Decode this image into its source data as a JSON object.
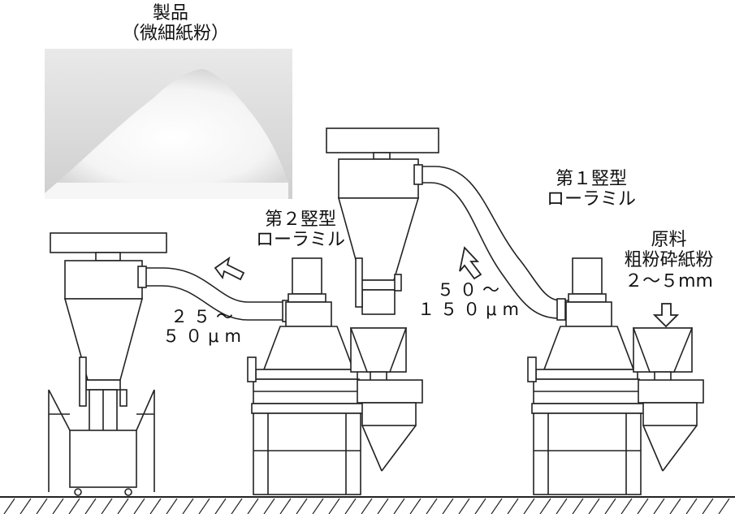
{
  "product": {
    "title": "製品",
    "subtitle": "（微細紙粉）"
  },
  "mill2": {
    "line1": "第２竪型",
    "line2": "ローラミル"
  },
  "mill1": {
    "line1": "第１竪型",
    "line2": "ローラミル"
  },
  "raw": {
    "line1": "原料",
    "line2": "粗粉砕紙粉",
    "line3": "２～５mm"
  },
  "size_25_50": {
    "line1": "２５～",
    "line2": "５０μm"
  },
  "size_50_150": {
    "line1": "５０～",
    "line2": "１５０μm"
  }
}
